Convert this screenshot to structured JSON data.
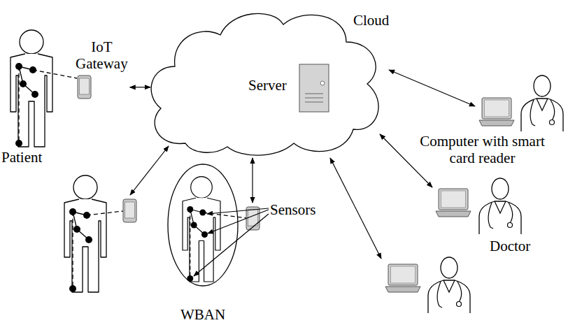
{
  "diagram": {
    "nodes": [
      {
        "text": [
          "Cloud",
          "Server"
        ]
      },
      {
        "text": [
          "IoT Gateway"
        ]
      },
      {
        "text": [
          "WBAN"
        ]
      }
    ],
    "edges": [
      {
        "from": 1,
        "to": 0,
        "arrow": "both"
      }
    ],
    "labels": [
      "Patient",
      "Sensors",
      "Computer with smart card reader",
      "Doctor"
    ]
  }
}
